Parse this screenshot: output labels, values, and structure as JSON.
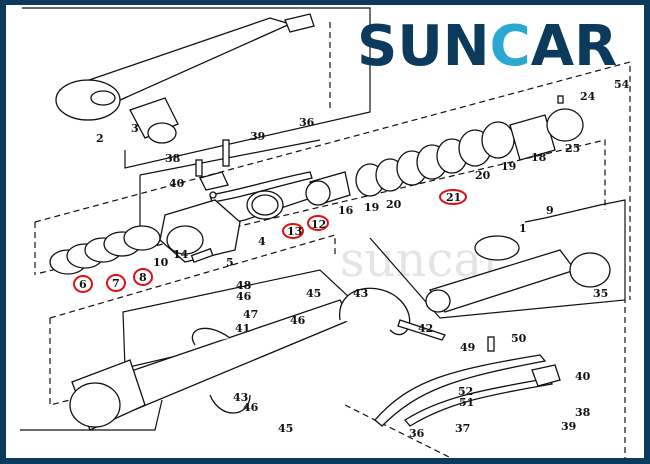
{
  "logo": {
    "text_before": "SUN",
    "text_c": "C",
    "text_after": "AR",
    "brand_color": "#0b3a5c",
    "accent_color": "#2aa8d2"
  },
  "watermark": "suncar",
  "highlight_color": "#e01010",
  "hidden_note": "54",
  "labels": {
    "l2": "2",
    "l3": "3",
    "l36a": "36",
    "l39a": "39",
    "l38a": "38",
    "l40a": "40",
    "l16": "16",
    "l19a": "19",
    "l20a": "20",
    "l21": "21",
    "l20b": "20",
    "l19b": "19",
    "l18": "18",
    "l25": "25",
    "l24": "24",
    "l12": "12",
    "l13": "13",
    "l9": "9",
    "l1": "1",
    "l4": "4",
    "l14": "14",
    "l10": "10",
    "l5": "5",
    "l6": "6",
    "l7": "7",
    "l8": "8",
    "l48": "48",
    "l46a": "46",
    "l47": "47",
    "l41": "41",
    "l45a": "45",
    "l46b": "46",
    "l43a": "43",
    "l42": "42",
    "l43b": "43",
    "l46c": "46",
    "l45b": "45",
    "l35": "35",
    "l50": "50",
    "l49": "49",
    "l40b": "40",
    "l52": "52",
    "l51": "51",
    "l38b": "38",
    "l39b": "39",
    "l37": "37",
    "l36b": "36"
  }
}
